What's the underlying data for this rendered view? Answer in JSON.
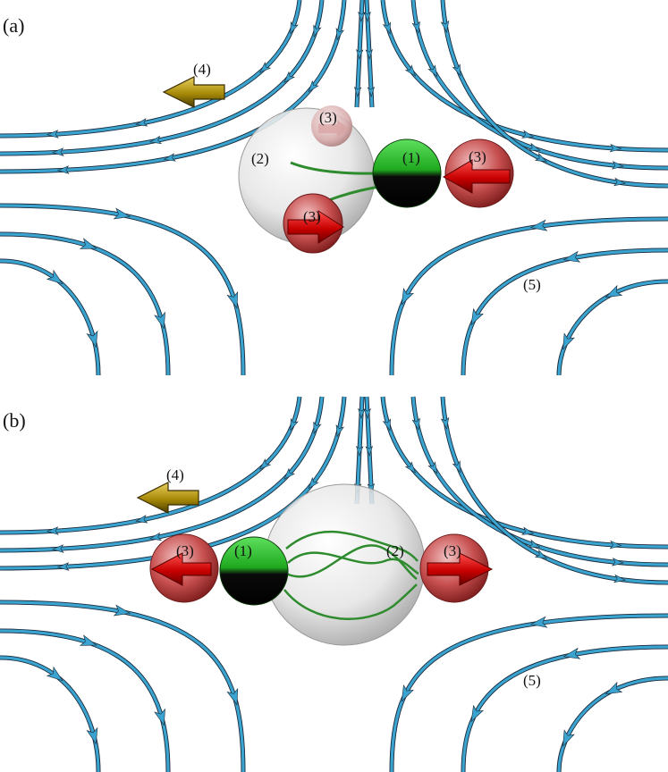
{
  "panels": [
    {
      "id": "a",
      "label": "(a)",
      "labels": {
        "colloid": "(1)",
        "polymer": "(2)",
        "bead_top": "(3)",
        "bead_right": "(3)",
        "bead_bottom": "(3)",
        "motion": "(4)",
        "flow": "(5)"
      }
    },
    {
      "id": "b",
      "label": "(b)",
      "labels": {
        "colloid": "(1)",
        "polymer": "(2)",
        "bead_left": "(3)",
        "bead_right": "(3)",
        "motion": "(4)",
        "flow": "(5)"
      }
    }
  ],
  "colors": {
    "streamline": "#3aa3cf",
    "streamline_edge": "#1a2a3a",
    "colloid_top": "#22b822",
    "colloid_bottom": "#050505",
    "bead": "#c43a3a",
    "arrow_red": "#d41010",
    "arrow_gold": "#b8960a",
    "polymer_chain": "#2e8b2e",
    "polymer_sphere": "#d8d8d8"
  }
}
